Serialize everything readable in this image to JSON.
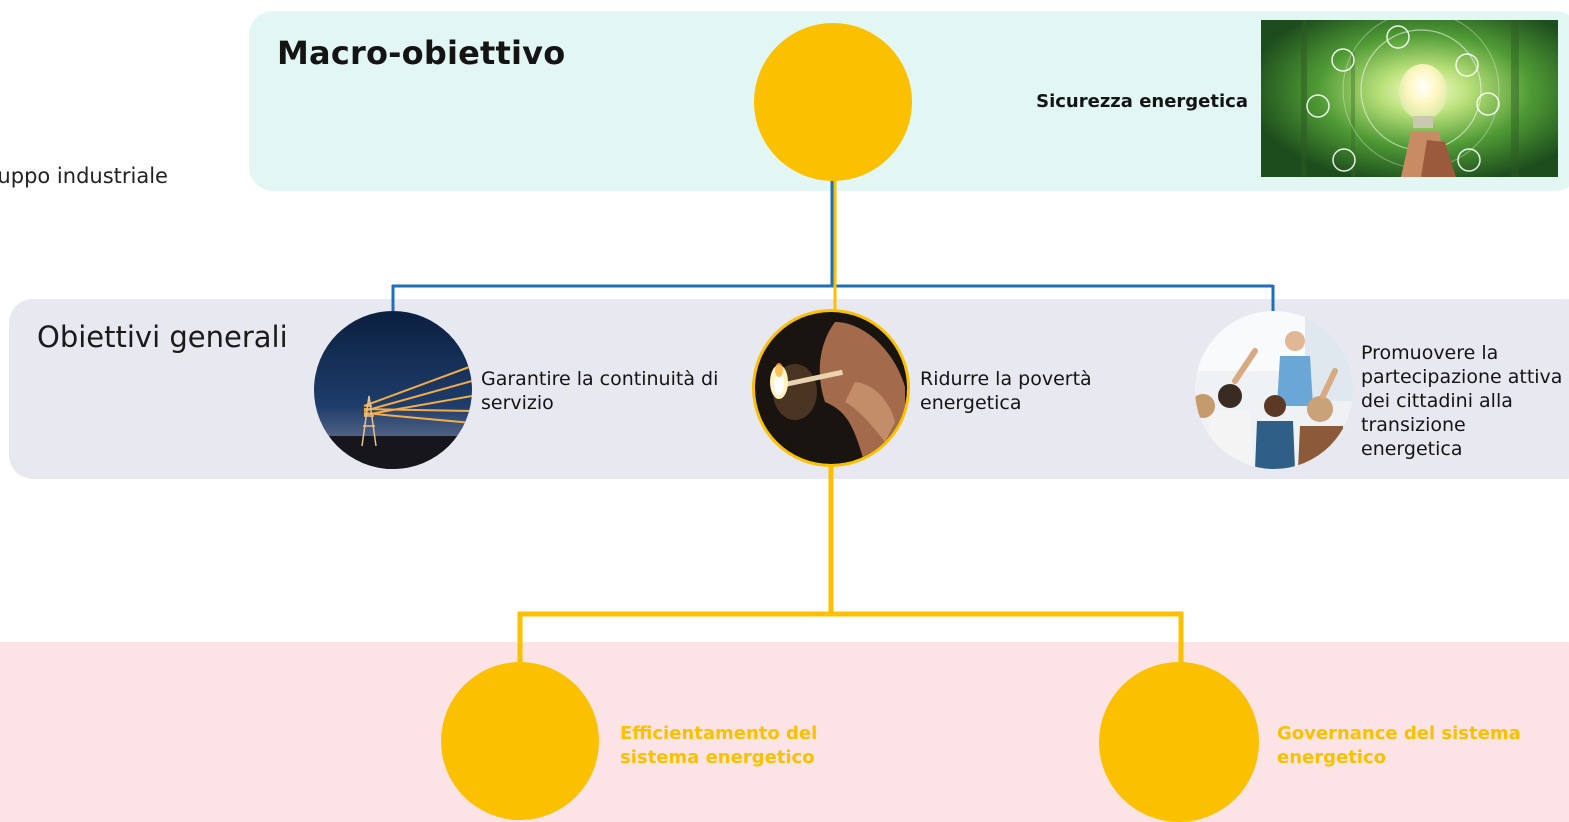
{
  "macro": {
    "title": "Macro-obiettivo",
    "label": "Sicurezza energetica"
  },
  "cut_text": "Sviluppo industriale",
  "general": {
    "title": "Obiettivi generali",
    "items": [
      {
        "label": "Garantire la continuità di servizio",
        "icon": "power-lines-photo"
      },
      {
        "label": "Ridurre la povertà energetica",
        "icon": "lit-match-photo"
      },
      {
        "label": "Promuovere la partecipazione attiva dei cittadini alla transizione energetica",
        "icon": "classroom-photo"
      }
    ]
  },
  "specific": {
    "items": [
      {
        "label": "Efficientamento del sistema energetico"
      },
      {
        "label": "Governance del sistema energetico"
      }
    ]
  },
  "colors": {
    "accent_yellow": "#fbc000",
    "connector_blue": "#1f6fb8",
    "macro_band": "#e2f7f4",
    "general_band": "#e8e8f0",
    "specific_band": "#fce4e6"
  }
}
